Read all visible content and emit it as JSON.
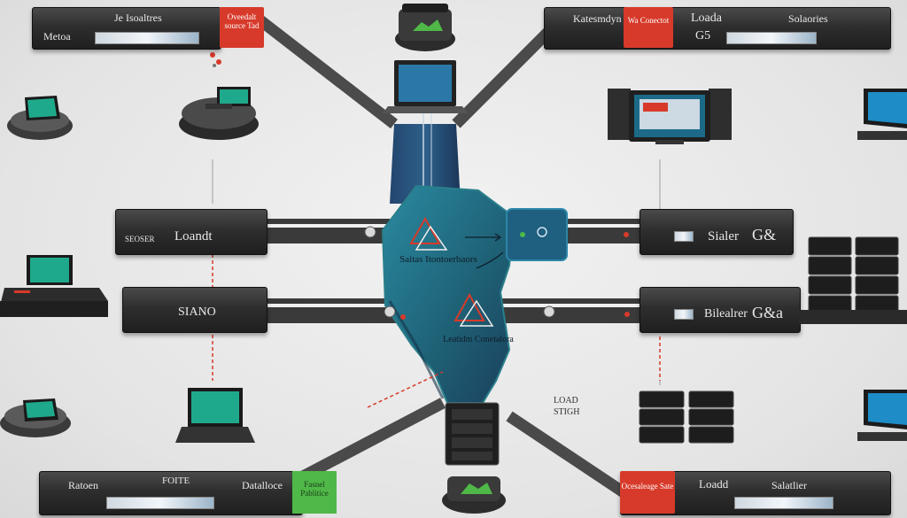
{
  "racks": {
    "top_left": {
      "label": "Metoa",
      "sub_label": "Je Isoaltres",
      "red_panel": "Oveedalt source Tad"
    },
    "top_right": {
      "label": "Katesmdyn",
      "red_panel": "Wa Conectot",
      "title": "Loada",
      "right_text": "Solaories",
      "small_text": "G5"
    },
    "mid_left_1": {
      "label": "Loandt",
      "sub_label": "SEOSER"
    },
    "mid_left_2": {
      "label": "SIANO"
    },
    "mid_right_1": {
      "label": "Sialer",
      "logo": "G&"
    },
    "mid_right_2": {
      "label": "Bilealrer",
      "logo": "G&a"
    },
    "bottom_left": {
      "label": "Ratoen",
      "mid_text": "FOITE",
      "right_text": "Datalloce",
      "green_panel": "Fasnel Pablitice"
    },
    "bottom_right": {
      "label": "Loadd",
      "red_panel": "Ocesaleage Sate",
      "right_text": "Salatlier"
    }
  },
  "centre": {
    "upper_text": "Saitas Itontoerbaors",
    "lower_text": "Leatidm Conetalora"
  },
  "side_note": {
    "line1": "LOAD",
    "line2": "STIGH"
  },
  "colors": {
    "hub": "#1e5f74",
    "hub_edge": "#2a7f8a",
    "spine": "#1c3e63",
    "accent_red": "#d73a2a",
    "accent_green": "#4fb848",
    "screen": "#1fa98c"
  }
}
